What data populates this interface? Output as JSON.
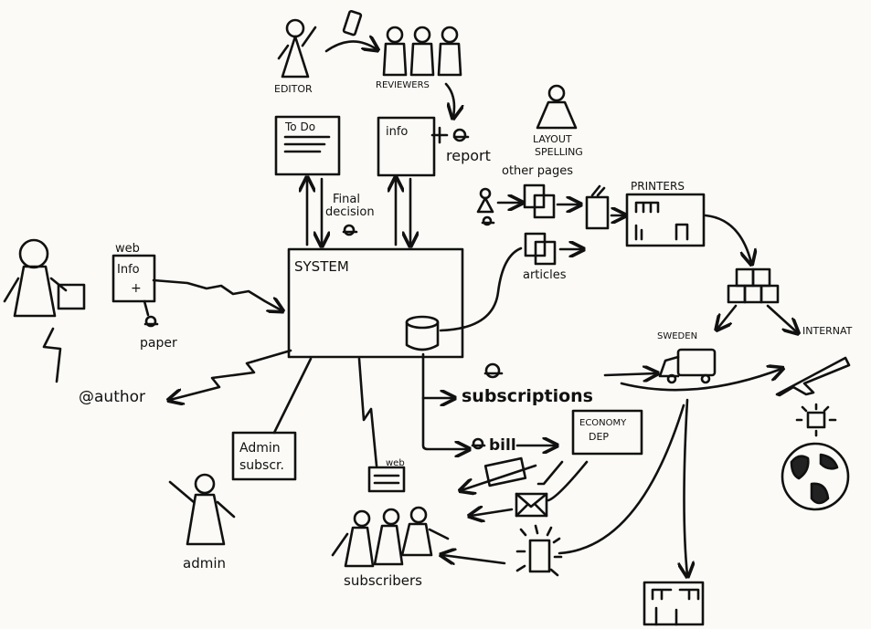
{
  "labels": {
    "editor": "EDITOR",
    "reviewers": "REVIEWERS",
    "todo": "To Do",
    "info": "info",
    "report": "report",
    "final_decision_1": "Final",
    "final_decision_2": "decision",
    "layout_1": "LAYOUT",
    "layout_2": "SPELLING",
    "other_pages": "other pages",
    "printers": "PRINTERS",
    "web_info_1": "web",
    "web_info_2": "Info",
    "web_info_3": "+",
    "paper": "paper",
    "system": "SYSTEM",
    "articles": "articles",
    "sweden": "SWEDEN",
    "international": "INTERNAT",
    "at_author": "@author",
    "subscriptions": "subscriptions",
    "admin_subscr_1": "Admin",
    "admin_subscr_2": "subscr.",
    "web_small": "web",
    "bill": "bill",
    "economy_1": "ECONOMY",
    "economy_2": "DEP",
    "admin": "admin",
    "subscribers": "subscribers"
  }
}
